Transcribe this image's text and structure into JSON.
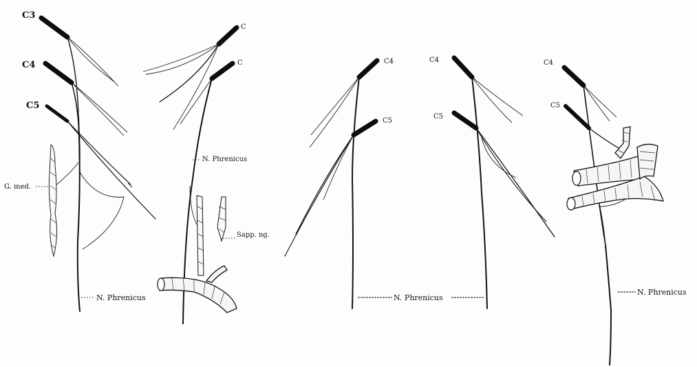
{
  "figure": {
    "panel_1": {
      "root_labels": [
        "C3",
        "C4",
        "C5"
      ],
      "ganglion_label": "G. med.",
      "nerve_label": "N. Phrenicus"
    },
    "panel_2": {
      "root_labels": [
        "C",
        "C"
      ],
      "nerve_label": "N. Phrenicus",
      "vessel_label": "Sapp. ng."
    },
    "panel_3": {
      "root_labels": [
        "C4",
        "C5"
      ],
      "nerve_label": "N. Phrenicus",
      "right_root_labels": [
        "C4",
        "C5"
      ]
    },
    "panel_4": {
      "root_labels": [
        "C4",
        "C5"
      ],
      "nerve_label": "N. Phrenicus"
    }
  }
}
